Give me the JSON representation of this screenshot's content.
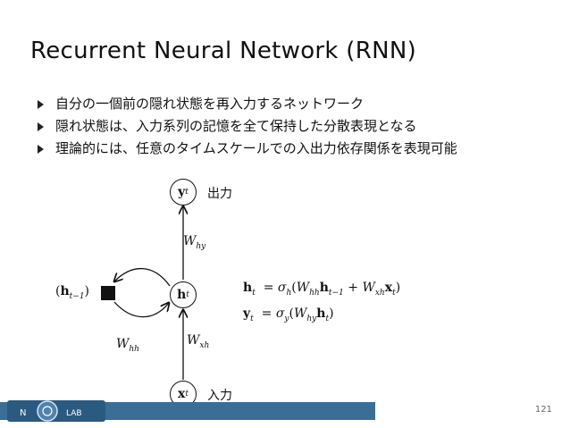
{
  "slide": {
    "title": "Recurrent Neural Network (RNN)",
    "bullets": [
      "自分の一個前の隠れ状態を再入力するネットワーク",
      "隠れ状態は、入力系列の記憶を全て保持した分散表現となる",
      "理論的には、任意のタイムスケールでの入出力依存関係を表現可能"
    ],
    "page_number": "121"
  },
  "diagram": {
    "output_node": "y",
    "hidden_node": "h",
    "input_node": "x",
    "time_sub": "t",
    "prev_sub": "t−1",
    "output_label": "出力",
    "input_label": "入力",
    "w_hy": "W",
    "w_hy_sub": "hy",
    "w_xh": "W",
    "w_xh_sub": "xh",
    "w_hh": "W",
    "w_hh_sub": "hh",
    "prev_h": "h",
    "colors": {
      "footer": "#3a6e96",
      "stroke": "#111111"
    }
  },
  "equations": {
    "eq1_lhs": "h",
    "eq1_sigma_sub": "h",
    "eq2_lhs": "y",
    "eq2_sigma_sub": "y"
  },
  "logo": {
    "left_text": "N",
    "right_text": "LAB"
  }
}
